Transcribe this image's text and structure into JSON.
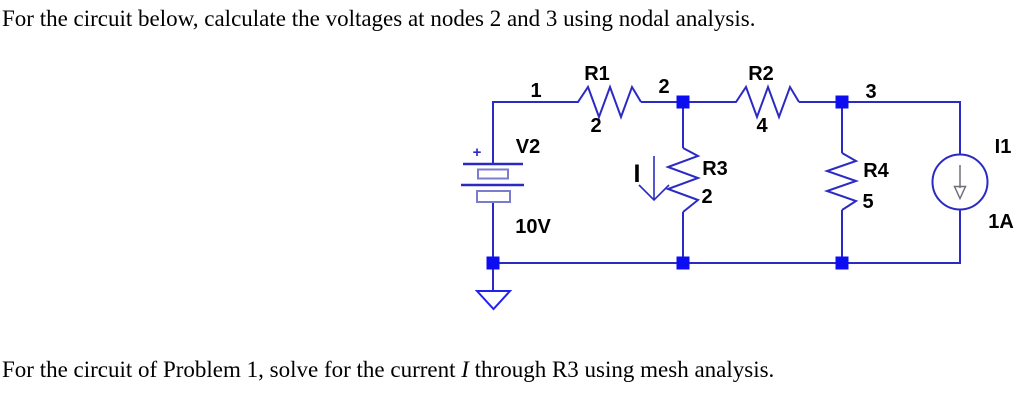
{
  "problem1": {
    "text": "For the circuit below, calculate the voltages at nodes 2 and 3 using nodal analysis."
  },
  "problem2": {
    "prefix": "For the circuit of Problem 1, solve for the current ",
    "current_symbol": "I",
    "suffix": " through R3 using mesh analysis."
  },
  "circuit": {
    "node_labels": {
      "n1": "1",
      "n2": "2",
      "n3": "3"
    },
    "components": {
      "v2": {
        "ref": "V2",
        "value": "10V",
        "plus_sign": "+"
      },
      "r1": {
        "ref": "R1",
        "value": "2"
      },
      "r2": {
        "ref": "R2",
        "value": "4"
      },
      "r3": {
        "ref": "R3",
        "value": "2"
      },
      "r4": {
        "ref": "R4",
        "value": "5"
      },
      "i1": {
        "ref": "I1",
        "value": "1A"
      },
      "current_arrow": {
        "label": "I"
      }
    },
    "colors": {
      "wire": "#2b2bc4",
      "node_square": "#0d0df2",
      "ground": "#2222ee",
      "battery_body": "#7b7bd0",
      "source_arrow": "#6f6f7a",
      "label": "#000000"
    }
  }
}
